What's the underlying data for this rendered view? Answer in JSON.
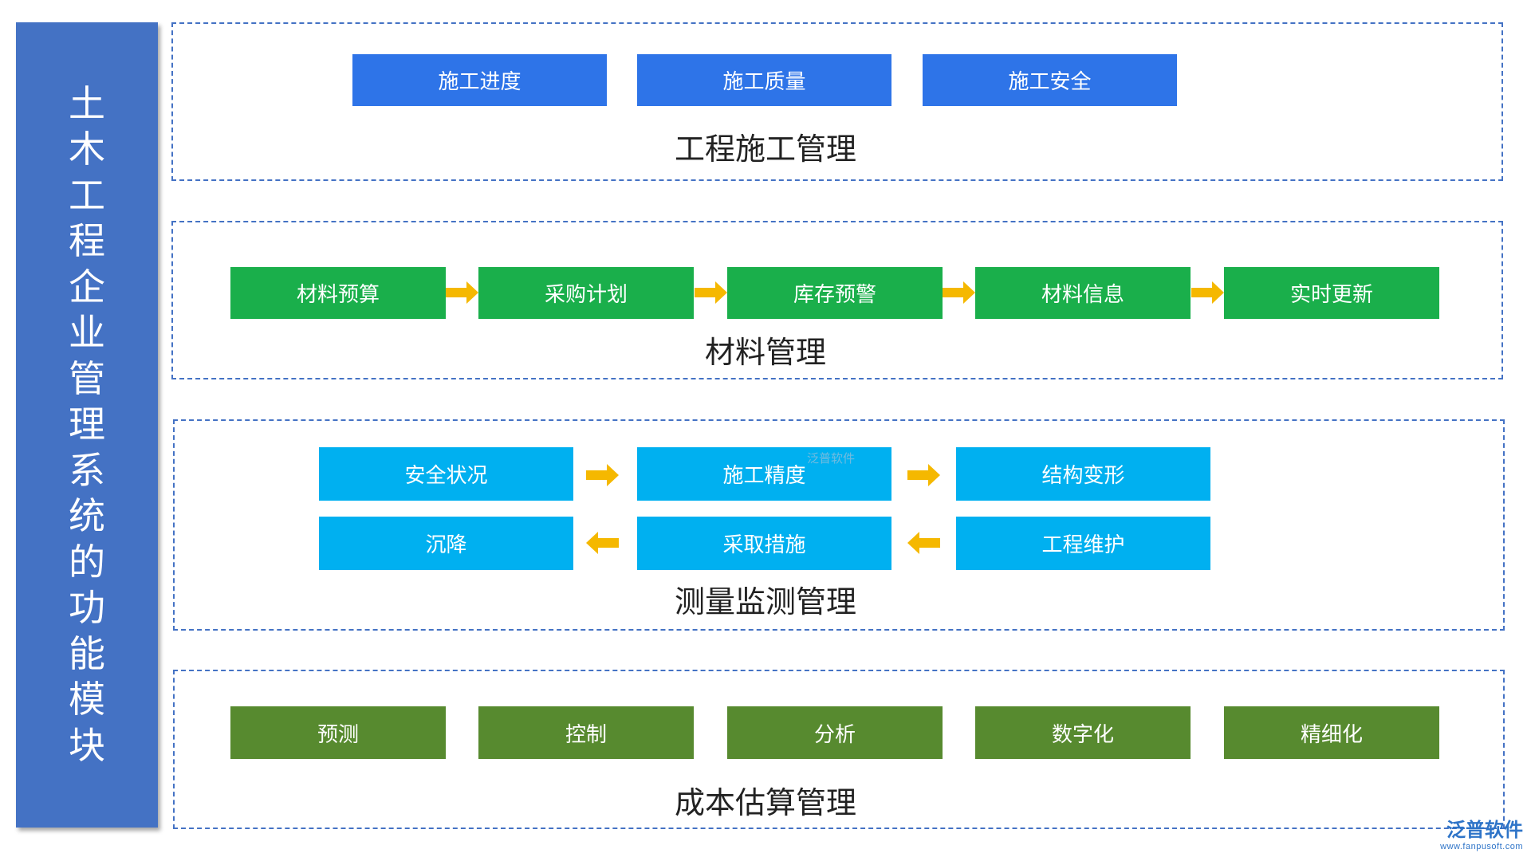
{
  "sidebar": {
    "title_chars": [
      "土",
      "木",
      "工",
      "程",
      "企",
      "业",
      "管",
      "理",
      "系",
      "统",
      "的",
      "功",
      "能",
      "模",
      "块"
    ]
  },
  "groups": {
    "construction": {
      "label": "工程施工管理",
      "items": [
        "施工进度",
        "施工质量",
        "施工安全"
      ]
    },
    "materials": {
      "label": "材料管理",
      "items": [
        "材料预算",
        "采购计划",
        "库存预警",
        "材料信息",
        "实时更新"
      ]
    },
    "survey": {
      "label": "测量监测管理",
      "row1": [
        "安全状况",
        "施工精度",
        "结构变形"
      ],
      "row2": [
        "沉降",
        "采取措施",
        "工程维护"
      ]
    },
    "cost": {
      "label": "成本估算管理",
      "items": [
        "预测",
        "控制",
        "分析",
        "数字化",
        "精细化"
      ]
    }
  },
  "watermark": "泛普软件",
  "logo": {
    "brand": "泛普软件",
    "url": "www.fanpusoft.com"
  },
  "colors": {
    "sidebar": "#4472c4",
    "construction_box": "#2e74e8",
    "materials_box": "#1aaf4b",
    "survey_box": "#00b0f0",
    "cost_box": "#578a2f",
    "arrow": "#f5b800",
    "border": "#4472c4"
  },
  "icons": {
    "arrow_right": "arrow-right-icon",
    "arrow_left": "arrow-left-icon"
  }
}
